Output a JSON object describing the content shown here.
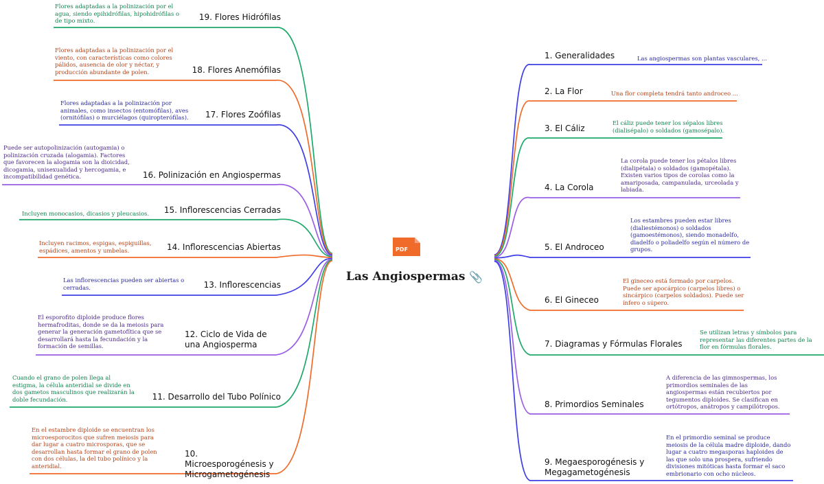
{
  "title": "Las Angiospermas",
  "pdf_label": "PDF",
  "colors": {
    "blue": "#3e3ee6",
    "orange": "#f06a2a",
    "green": "#1ea86a",
    "purple": "#9b5de5"
  },
  "right": [
    {
      "label": "1. Generalidades",
      "desc": "Las angiospermas son plantas vasculares, ...",
      "color": "blue"
    },
    {
      "label": "2. La Flor",
      "desc": "Una flor completa tendrá tanto androceo ...",
      "color": "orange"
    },
    {
      "label": "3. El Cáliz",
      "desc": "El cáliz puede tener los sépalos libres (dialisépalo) o soldados (gamosépalo).",
      "color": "green"
    },
    {
      "label": "4. La Corola",
      "desc": "La corola puede tener los pétalos libres (dialipétala) o soldados (gamopétala). Existen varios tipos de corolas como la amariposada, campanulada, urceolada y labiada.",
      "color": "purple"
    },
    {
      "label": "5. El Androceo",
      "desc": "Los estambres pueden estar libres (dialiestémonos) o soldados (gamoestémonos), siendo monadelfo, diadelfo o poliadelfo según el número de grupos.",
      "color": "blue"
    },
    {
      "label": "6. El Gineceo",
      "desc": "El gineceo está formado por carpelos. Puede ser apocárpico (carpelos libres) o sincárpico (carpelos soldados). Puede ser ínfero o súpero.",
      "color": "orange"
    },
    {
      "label": "7. Diagramas y Fórmulas Florales",
      "desc": "Se utilizan letras y símbolos para representar las diferentes partes de la flor en fórmulas florales.",
      "color": "green"
    },
    {
      "label": "8. Primordios Seminales",
      "desc": "A diferencia de las gimnospermas, los primordios seminales de las angiospermas están recubiertos por tegumentos diploides. Se clasifican en ortótropos, anátropos y campilótropos.",
      "color": "purple"
    },
    {
      "label": "9. Megaesporogénesis y Megagametogénesis",
      "desc": "En el primordio seminal se produce meiosis de la célula madre diploide, dando lugar a cuatro megasporas haploides de las que solo una prospera, sufriendo divisiones mitóticas hasta formar el saco embrionario con ocho núcleos.",
      "color": "blue"
    }
  ],
  "left": [
    {
      "label": "19. Flores Hidrófilas",
      "desc": "Flores adaptadas a la polinización por el agua, siendo epihidrófilas, hipohidrófilas o de tipo mixto.",
      "color": "green"
    },
    {
      "label": "18. Flores Anemófilas",
      "desc": "Flores adaptadas a la polinización por el viento, con características como colores pálidos, ausencia de olor y néctar, y producción abundante de polen.",
      "color": "orange"
    },
    {
      "label": "17. Flores Zoófilas",
      "desc": "Flores adaptadas a la polinización por animales, como insectos (entomófilas), aves (ornitófilas) o murciélagos (quiropterófilas).",
      "color": "blue"
    },
    {
      "label": "16. Polinización en Angiospermas",
      "desc": "Puede ser autopolinización (autogamia) o polinización cruzada (alogamia). Factores que favorecen la alogamia son la dioicidad, dicogamia, unisexualidad y hercogamia, e incompatibilidad genética.",
      "color": "purple"
    },
    {
      "label": "15. Inflorescencias Cerradas",
      "desc": "Incluyen monocasios, dicasios y pleucasios.",
      "color": "green"
    },
    {
      "label": "14. Inflorescencias Abiertas",
      "desc": "Incluyen racimos, espigas, espiguillas, espádices, amentos y umbelas.",
      "color": "orange"
    },
    {
      "label": "13. Inflorescencias",
      "desc": "Las inflorescencias pueden ser abiertas o cerradas.",
      "color": "blue"
    },
    {
      "label": "12. Ciclo de Vida de una Angiosperma",
      "desc": "El esporofito diploide produce flores hermafroditas, donde se da la meiosis para generar la generación gametofítica que se desarrollará hasta la fecundación y la formación de semillas.",
      "color": "purple"
    },
    {
      "label": "11. Desarrollo del Tubo Polínico",
      "desc": "Cuando el grano de polen llega al estigma, la célula anteridial se divide en dos gametos masculinos que realizarán la doble fecundación.",
      "color": "green"
    },
    {
      "label": "10. Microesporogénesis y Microgametogénesis",
      "desc": "En el estambre diploide se encuentran los microesporocitos que sufren meiosis para dar lugar a cuatro microsporas, que se desarrollan hasta formar el grano de polen con dos células, la del tubo polínico y la anteridial.",
      "color": "orange"
    }
  ]
}
